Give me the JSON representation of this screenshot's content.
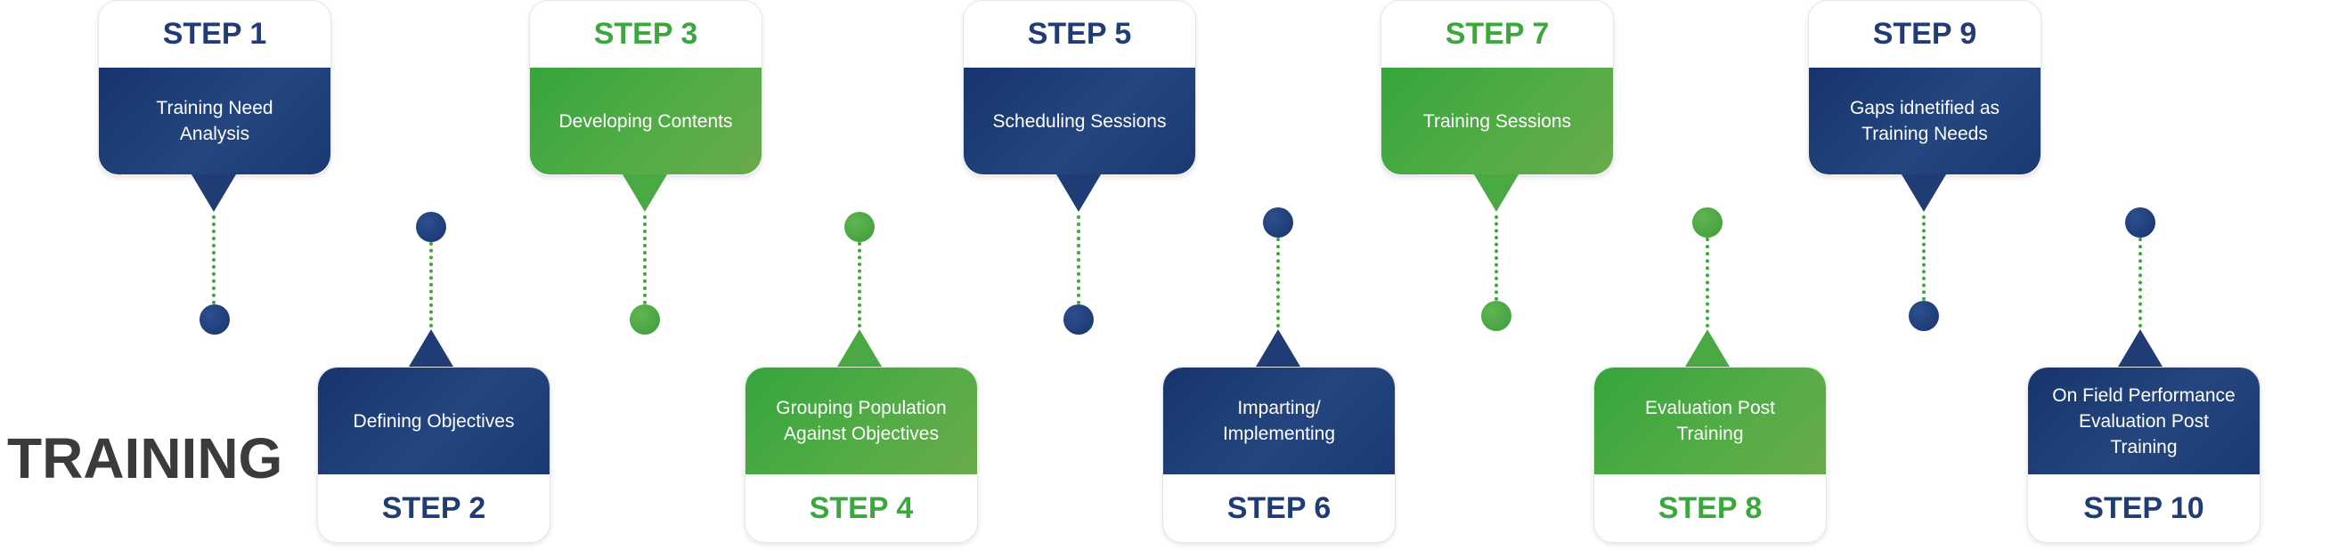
{
  "title": "TRAINING",
  "steps": [
    {
      "label": "STEP 1",
      "text_lines": [
        "Training Need",
        "Analysis"
      ],
      "color": "#1f3c74"
    },
    {
      "label": "STEP 2",
      "text_lines": [
        "Defining Objectives"
      ],
      "color": "#1f3c74"
    },
    {
      "label": "STEP 3",
      "text_lines": [
        "Developing Contents"
      ],
      "color": "#3aa83d"
    },
    {
      "label": "STEP 4",
      "text_lines": [
        "Grouping Population",
        "Against Objectives"
      ],
      "color": "#3aa83d"
    },
    {
      "label": "STEP 5",
      "text_lines": [
        "Scheduling Sessions"
      ],
      "color": "#1f3c74"
    },
    {
      "label": "STEP 6",
      "text_lines": [
        "Imparting/",
        "Implementing"
      ],
      "color": "#1f3c74"
    },
    {
      "label": "STEP 7",
      "text_lines": [
        "Training Sessions"
      ],
      "color": "#3aa83d"
    },
    {
      "label": "STEP 8",
      "text_lines": [
        "Evaluation Post",
        "Training"
      ],
      "color": "#3aa83d"
    },
    {
      "label": "STEP 9",
      "text_lines": [
        "Gaps idnetified as",
        "Training Needs"
      ],
      "color": "#1f3c74"
    },
    {
      "label": "STEP 10",
      "text_lines": [
        "On Field Performance",
        "Evaluation Post",
        "Training"
      ],
      "color": "#1f3c74"
    }
  ]
}
